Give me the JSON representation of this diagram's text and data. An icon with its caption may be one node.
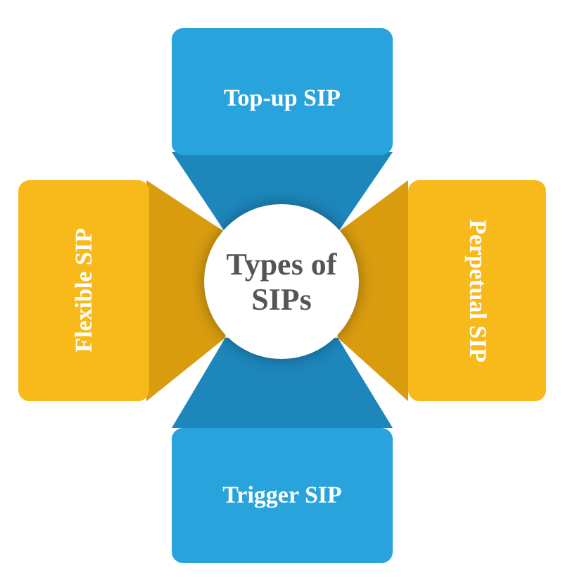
{
  "diagram": {
    "nodes": [
      {
        "text": [
          "Top-up SIP"
        ]
      },
      {
        "text": [
          "Flexible SIP"
        ]
      },
      {
        "text": [
          "Types of SIPs"
        ]
      },
      {
        "text": [
          "Perpetual SIP"
        ]
      },
      {
        "text": [
          "Trigger SIP"
        ]
      }
    ]
  }
}
